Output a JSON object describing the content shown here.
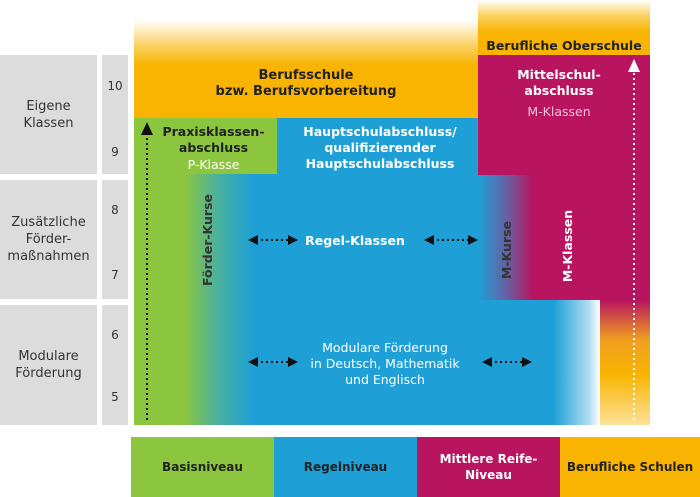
{
  "rows": [
    {
      "label": "Eigene\nKlassen"
    },
    {
      "label": "Zusätzliche\nFörder-\nmaßnahmen"
    },
    {
      "label": "Modulare\nFörderung"
    }
  ],
  "grades": [
    "10",
    "9",
    "8",
    "7",
    "6",
    "5"
  ],
  "blocks": {
    "berufliche_oberschule": "Berufliche Oberschule",
    "berufsschule": "Berufsschule\nbzw. Berufsvorbereitung",
    "mittelschulabschluss": "Mittelschul-\nabschluss",
    "m_klassen_top": "M-Klassen",
    "praxisklassen": "Praxisklassen-\nabschluss",
    "p_klasse": "P-Klasse",
    "hauptschulabschluss": "Hauptschulabschluss/\nqualifizierender\nHauptschulabschluss",
    "foerder_kurse": "Förder-Kurse",
    "regel_klassen": "Regel-Klassen",
    "m_kurse": "M-Kurse",
    "m_klassen_vertical": "M-Klassen",
    "modulare_foerderung": "Modulare Förderung\nin Deutsch, Mathematik\nund Englisch"
  },
  "legend": [
    {
      "label": "Basisniveau",
      "color": "#8cc63f"
    },
    {
      "label": "Regelniveau",
      "color": "#1ea0d7"
    },
    {
      "label": "Mittlere Reife-\nNiveau",
      "color": "#b8145f"
    },
    {
      "label": "Berufliche Schulen",
      "color": "#f8b400"
    }
  ],
  "colors": {
    "green": "#8cc63f",
    "blue": "#1ea0d7",
    "magenta": "#b8145f",
    "yellow": "#f8b400",
    "gray": "#dcdcdc"
  }
}
